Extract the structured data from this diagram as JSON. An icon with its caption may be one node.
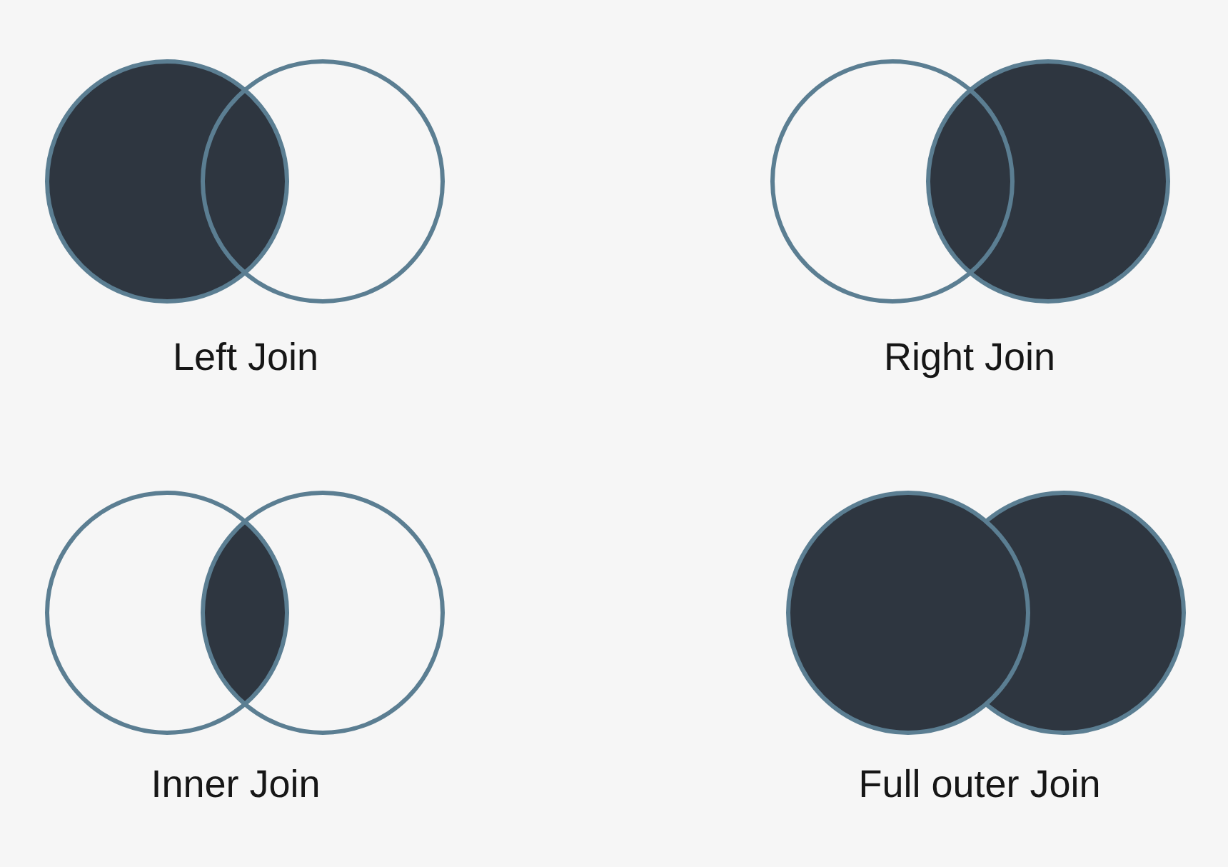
{
  "diagram": {
    "labels": [
      "Left Join",
      "Right Join",
      "Inner Join",
      "Full outer Join"
    ]
  }
}
